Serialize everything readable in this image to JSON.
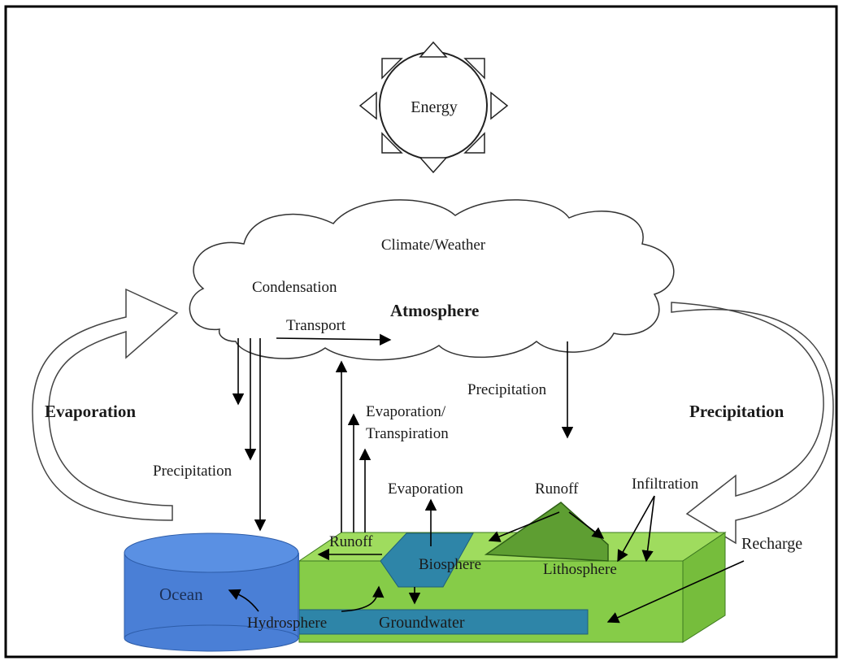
{
  "colors": {
    "ocean": "#4a7fd6",
    "land": "#8cd050",
    "water_body": "#2e85a8",
    "mountain": "#5e9e32",
    "border": "#000000"
  },
  "labels": {
    "energy": "Energy",
    "climate": "Climate/Weather",
    "condensation": "Condensation",
    "atmosphere": "Atmosphere",
    "transport": "Transport",
    "evaporation_big": "Evaporation",
    "precipitation_big": "Precipitation",
    "precipitation_left": "Precipitation",
    "precipitation_center": "Precipitation",
    "evap_transp_1": "Evaporation/",
    "evap_transp_2": "Transpiration",
    "evaporation_small": "Evaporation",
    "runoff_top": "Runoff",
    "infiltration": "Infiltration",
    "recharge": "Recharge",
    "runoff_left": "Runoff",
    "biosphere": "Biosphere",
    "lithosphere": "Lithosphere",
    "ocean": "Ocean",
    "hydrosphere": "Hydrosphere",
    "groundwater": "Groundwater"
  }
}
